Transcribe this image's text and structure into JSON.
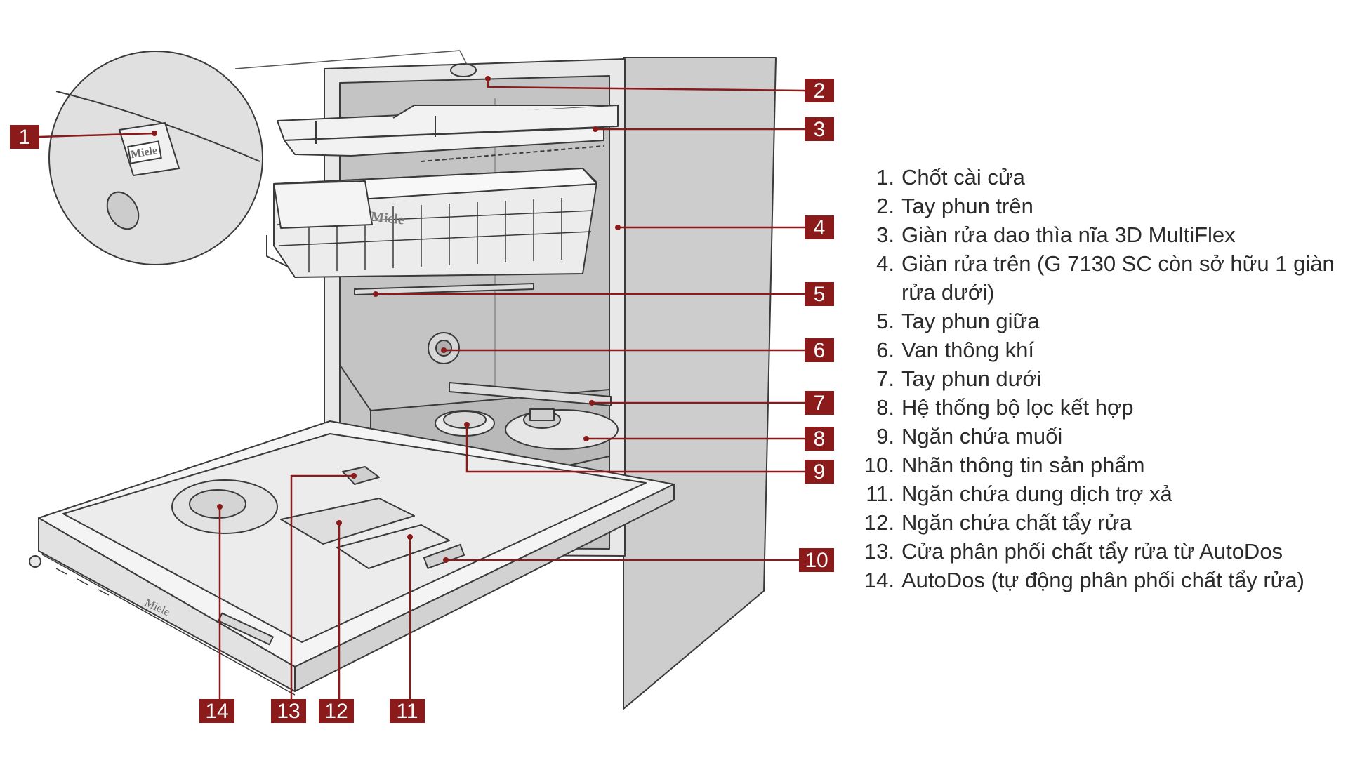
{
  "diagram": {
    "accent_color": "#8b1a1a",
    "callouts": [
      "1",
      "2",
      "3",
      "4",
      "5",
      "6",
      "7",
      "8",
      "9",
      "10",
      "11",
      "12",
      "13",
      "14"
    ],
    "brand_logo": "Miele",
    "legend": [
      {
        "num": "1.",
        "text": "Chốt cài cửa"
      },
      {
        "num": "2.",
        "text": "Tay phun trên"
      },
      {
        "num": "3.",
        "text": "Giàn rửa dao thìa nĩa 3D MultiFlex"
      },
      {
        "num": "4.",
        "text": "Giàn rửa trên (G 7130 SC còn sở hữu 1 giàn rửa dưới)"
      },
      {
        "num": "5.",
        "text": "Tay phun giữa"
      },
      {
        "num": "6.",
        "text": "Van thông khí"
      },
      {
        "num": "7.",
        "text": "Tay phun dưới"
      },
      {
        "num": "8.",
        "text": "Hệ thống bộ lọc kết hợp"
      },
      {
        "num": "9.",
        "text": "Ngăn chứa muối"
      },
      {
        "num": "10.",
        "text": "Nhãn thông tin sản phẩm"
      },
      {
        "num": "11.",
        "text": "Ngăn chứa dung dịch trợ xả"
      },
      {
        "num": "12.",
        "text": "Ngăn chứa chất tẩy rửa"
      },
      {
        "num": "13.",
        "text": "Cửa phân phối chất tẩy rửa từ AutoDos"
      },
      {
        "num": "14.",
        "text": "AutoDos (tự động phân phối chất tẩy rửa)"
      }
    ]
  }
}
